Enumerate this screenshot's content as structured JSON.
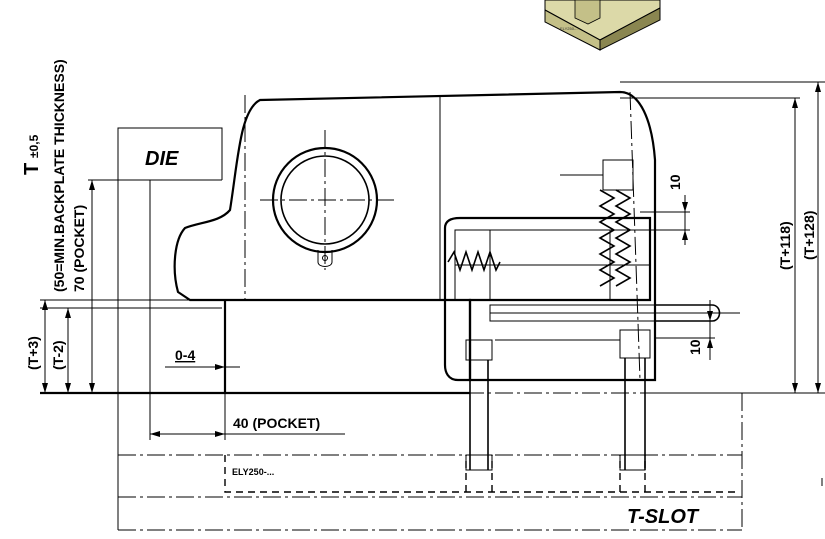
{
  "labels": {
    "die": "DIE",
    "t_slot": "T-SLOT",
    "pocket_70": "70 (POCKET)",
    "pocket_40": "40 (POCKET)",
    "t_plus_3": "(T+3)",
    "t_minus_2": "(T-2)",
    "gap_0_4": "0-4",
    "t_plus_118": "(T+118)",
    "t_plus_128": "(T+128)",
    "dim_10_top": "10",
    "dim_10_bottom": "10",
    "t_tolerance_main": "T",
    "t_tolerance_value": "±0,5",
    "backplate": "(50=MIN.BACKPLATE THICKNESS)",
    "part_code": "ELY250-...",
    "iso_part_code": "ELY250-..."
  },
  "colors": {
    "line": "#000000",
    "iso_light": "#dcd9a8",
    "iso_mid": "#c4c088",
    "iso_dark": "#8a8650"
  }
}
